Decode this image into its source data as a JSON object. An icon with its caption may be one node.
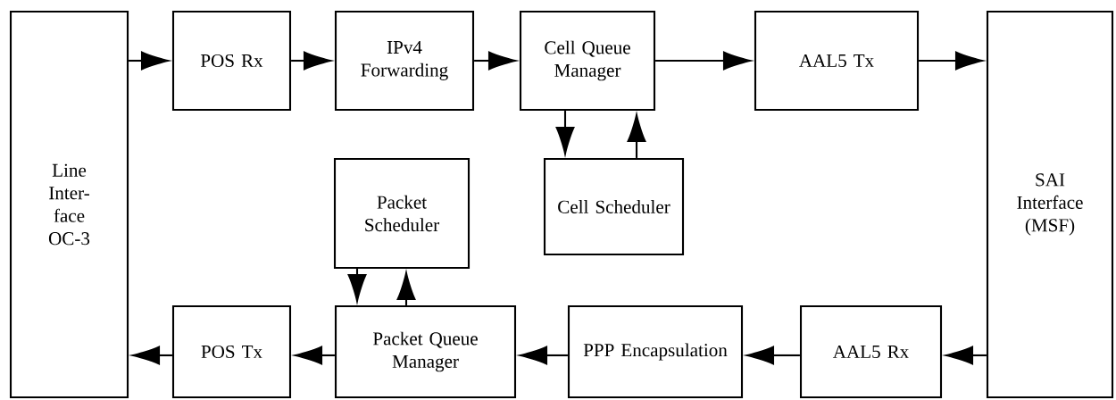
{
  "diagram": {
    "nodes": [
      {
        "text": [
          "Line Inter-face OC-3"
        ]
      },
      {
        "text": [
          "POS Rx"
        ]
      },
      {
        "text": [
          "IPv4 Forwarding"
        ]
      },
      {
        "text": [
          "Cell Queue Manager"
        ]
      },
      {
        "text": [
          "AAL5 Tx"
        ]
      },
      {
        "text": [
          "SAI Interface (MSF)"
        ]
      },
      {
        "text": [
          "Packet Scheduler"
        ]
      },
      {
        "text": [
          "Cell Scheduler"
        ]
      },
      {
        "text": [
          "POS Tx"
        ]
      },
      {
        "text": [
          "Packet Queue Manager"
        ]
      },
      {
        "text": [
          "PPP Encapsulation"
        ]
      },
      {
        "text": [
          "AAL5 Rx"
        ]
      }
    ],
    "edges": [
      {
        "from": 0,
        "to": 1,
        "arrow": "to"
      },
      {
        "from": 1,
        "to": 2,
        "arrow": "to"
      },
      {
        "from": 2,
        "to": 3,
        "arrow": "to"
      },
      {
        "from": 3,
        "to": 4,
        "arrow": "to"
      },
      {
        "from": 4,
        "to": 5,
        "arrow": "to"
      },
      {
        "from": 3,
        "to": 7,
        "arrow": "to"
      },
      {
        "from": 7,
        "to": 3,
        "arrow": "to"
      },
      {
        "from": 6,
        "to": 9,
        "arrow": "to"
      },
      {
        "from": 9,
        "to": 6,
        "arrow": "to"
      },
      {
        "from": 5,
        "to": 11,
        "arrow": "to"
      },
      {
        "from": 11,
        "to": 10,
        "arrow": "to"
      },
      {
        "from": 10,
        "to": 9,
        "arrow": "to"
      },
      {
        "from": 9,
        "to": 8,
        "arrow": "to"
      },
      {
        "from": 8,
        "to": 0,
        "arrow": "to"
      }
    ]
  }
}
